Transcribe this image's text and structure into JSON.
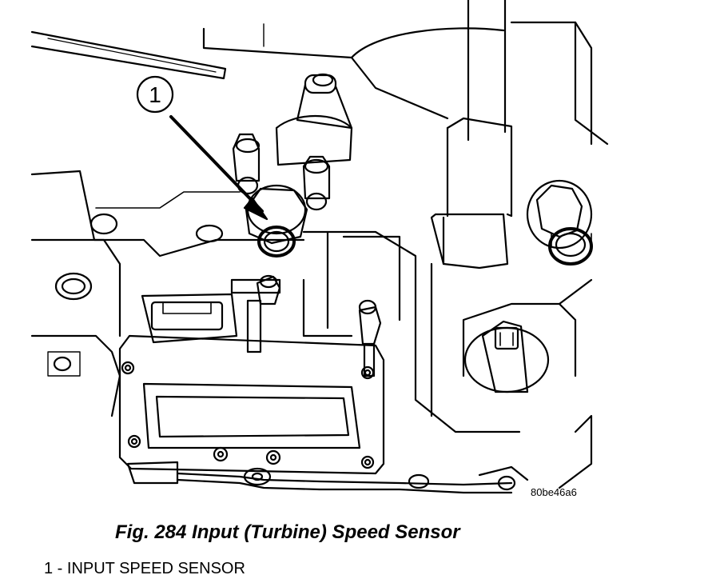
{
  "figure": {
    "callout_number": "1",
    "image_code": "80be46a6",
    "caption": "Fig. 284 Input (Turbine) Speed Sensor"
  },
  "legend": {
    "items": [
      {
        "label": "1 - INPUT SPEED SENSOR"
      }
    ]
  }
}
